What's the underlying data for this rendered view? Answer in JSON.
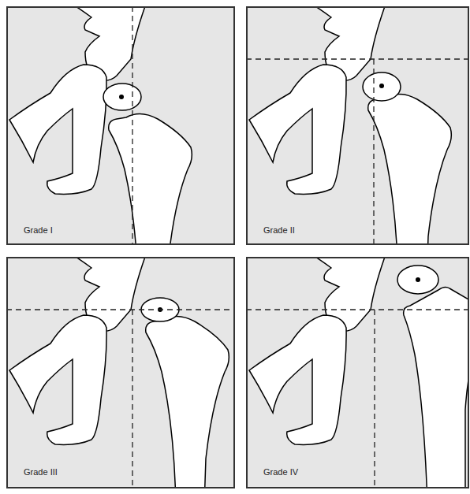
{
  "diagram": {
    "nodes": [
      {
        "text": [
          "Grade I"
        ]
      },
      {
        "text": [
          "Grade II"
        ]
      },
      {
        "text": [
          "Grade III"
        ]
      },
      {
        "text": [
          "Grade IV"
        ]
      }
    ]
  }
}
